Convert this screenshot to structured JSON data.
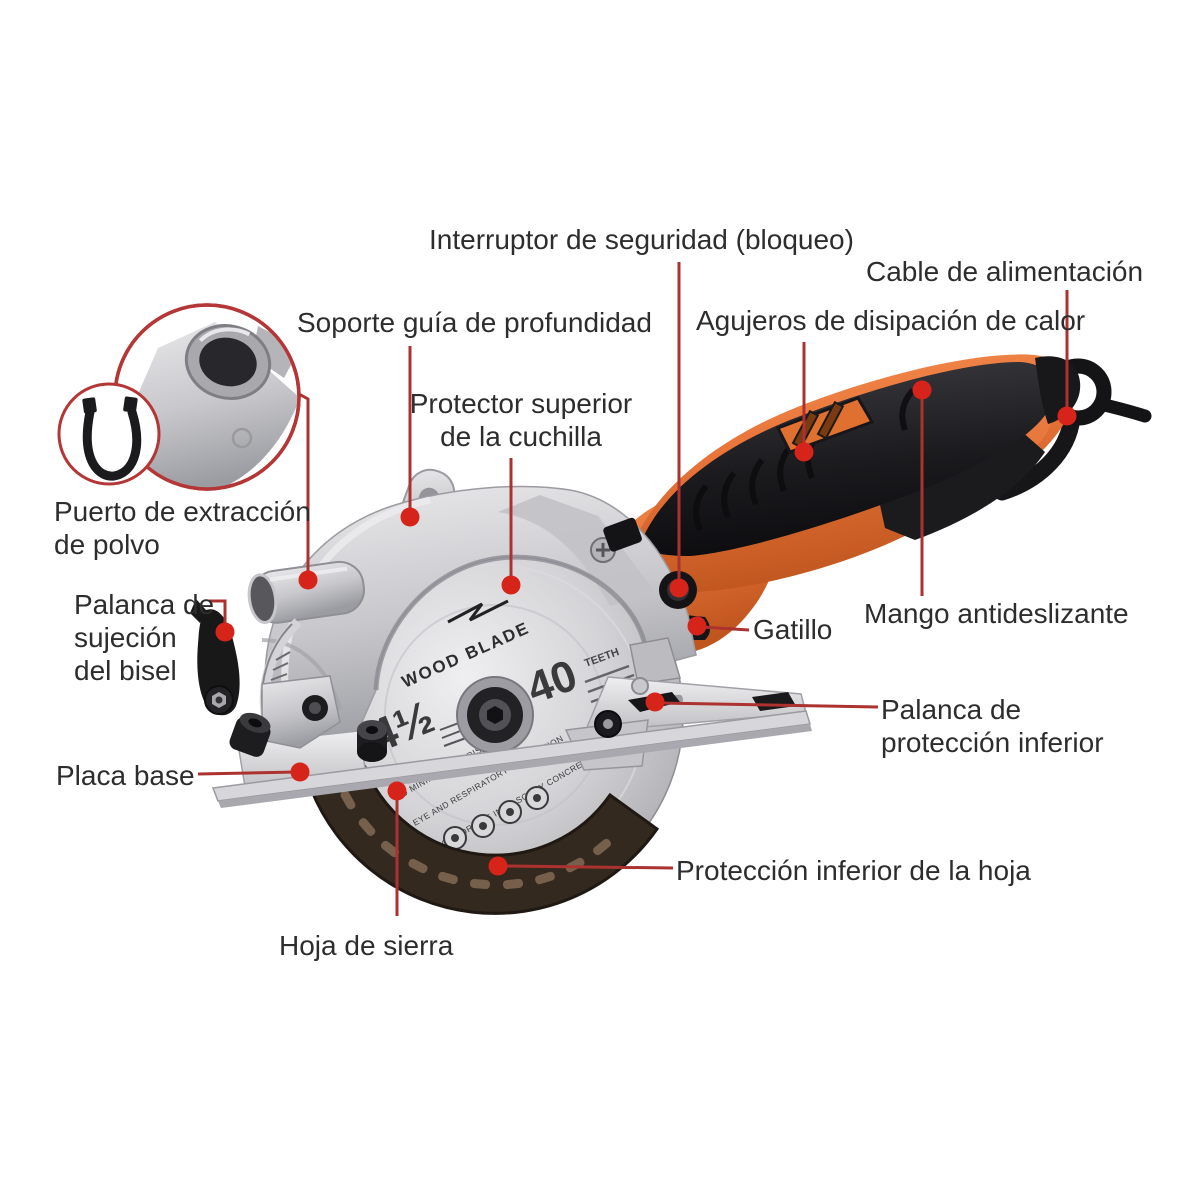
{
  "diagram": {
    "subject": "mini circular saw parts diagram",
    "labels": {
      "interruptor": "Interruptor de seguridad (bloqueo)",
      "cable": "Cable de alimentación",
      "soporte": "Soporte guía de profundidad",
      "agujeros": "Agujeros de disipación de calor",
      "protector": "Protector superior\nde la cuchilla",
      "puerto": "Puerto de extracción\nde polvo",
      "palanca_bisel": "Palanca de\nsujeción\ndel bisel",
      "gatillo": "Gatillo",
      "mango": "Mango antideslizante",
      "palanca_inferior": "Palanca de\nprotección inferior",
      "placa_base": "Placa base",
      "proteccion_inferior": "Protección inferior de la hoja",
      "hoja": "Hoja de sierra"
    },
    "blade_markings": {
      "brand": "WOOD BLADE",
      "teeth_number": "40",
      "teeth_word": "TEETH",
      "size": "4½",
      "warning1": "TO MINIMIZE THE RISK OF INJURY",
      "warning2": "EYE AND RESPIRATORY PROTECTION",
      "warning3": "NOT FOR USE IN MASONRY CONCRETE OR TILE"
    },
    "colors": {
      "leader_line": "#ac3230",
      "leader_dot": "#d7241b",
      "label_text": "#2d2d2e",
      "tool_orange": "#e8743a",
      "tool_black": "#1d1c1e",
      "metal": "#cfcfd3",
      "lower_guard": "#33291f",
      "background": "#ffffff"
    }
  }
}
